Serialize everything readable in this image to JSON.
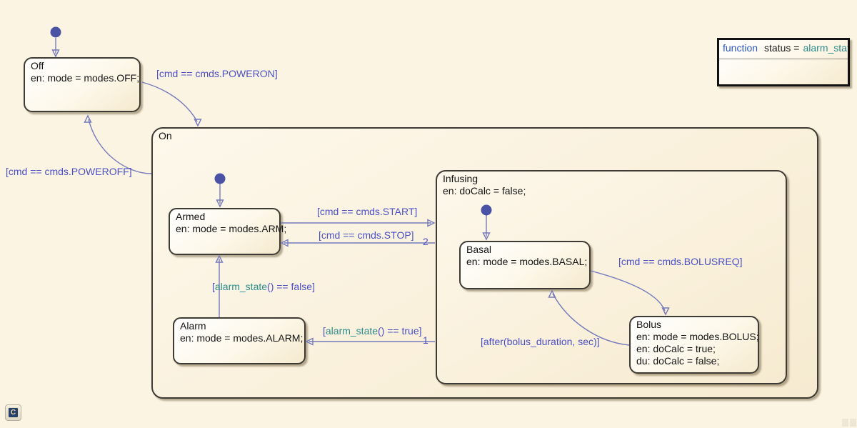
{
  "colors": {
    "background": "#FCF4E3",
    "transition_line": "#757BBB",
    "transition_label": "#4A4FC6",
    "function_teal": "#2A8C8C",
    "keyword_blue": "#2B55C4",
    "initial_dot": "#4A52A6",
    "state_border": "#3E3A34"
  },
  "states": {
    "off": {
      "name": "Off",
      "line1": "en: mode = modes.OFF;"
    },
    "on": {
      "name": "On"
    },
    "armed": {
      "name": "Armed",
      "line1": "en: mode = modes.ARM;"
    },
    "alarm": {
      "name": "Alarm",
      "line1": "en: mode = modes.ALARM;"
    },
    "infusing": {
      "name": "Infusing",
      "line1": "en: doCalc = false;"
    },
    "basal": {
      "name": "Basal",
      "line1": "en: mode = modes.BASAL;"
    },
    "bolus": {
      "name": "Bolus",
      "line1": "en: mode = modes.BOLUS;",
      "line2": "en: doCalc = true;",
      "line3": "du: doCalc = false;"
    }
  },
  "transitions": {
    "poweron": {
      "label": "[cmd == cmds.POWERON]"
    },
    "poweroff": {
      "label": "[cmd == cmds.POWEROFF]"
    },
    "start": {
      "label": "[cmd == cmds.START]"
    },
    "stop": {
      "label": "[cmd == cmds.STOP]",
      "priority": "2"
    },
    "bolusreq": {
      "label": "[cmd == cmds.BOLUSREQ]"
    },
    "after_bolus": {
      "label": "[after(bolus_duration, sec)]"
    },
    "alarm_false": {
      "prefix": "[",
      "fn": "alarm_state",
      "suffix": "() == false]"
    },
    "alarm_true": {
      "prefix": "[",
      "fn": "alarm_state",
      "suffix": "() == true]",
      "priority": "1"
    }
  },
  "function_box": {
    "keyword": "function",
    "mid": "status =",
    "fn": "alarm_state"
  },
  "badge": {
    "label": "C"
  }
}
